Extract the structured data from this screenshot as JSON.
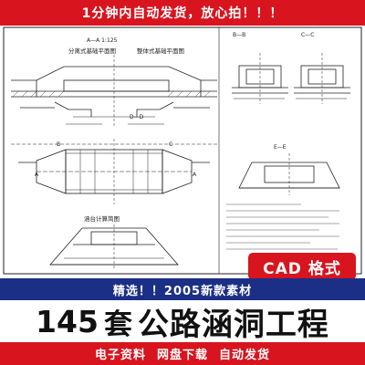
{
  "banner": {
    "text": "1分钟内自动发货，放心拍！！！"
  },
  "drawing": {
    "section_bb": "B—B",
    "section_cc": "C—C",
    "section_dd": "D—D",
    "section_ee": "E—E",
    "scale": "1:125",
    "label_separate_foundation": "分离式基础平面图",
    "label_integral_foundation": "整体式基础平面图",
    "label_section_view": "涵台计算简图",
    "marker_a": "A",
    "marker_b": "B",
    "marker_c": "C"
  },
  "badge": {
    "text": "CAD 格式"
  },
  "band": {
    "text": "精选！！2005新款素材"
  },
  "title": {
    "number": "145",
    "unit": "套",
    "main": "公路涵洞工程"
  },
  "bottom": {
    "item1": "电子资料",
    "item2": "网盘下载",
    "item3": "自动发货"
  },
  "colors": {
    "red": "#d8141e",
    "blue": "#1b2f86",
    "line": "#222222"
  }
}
